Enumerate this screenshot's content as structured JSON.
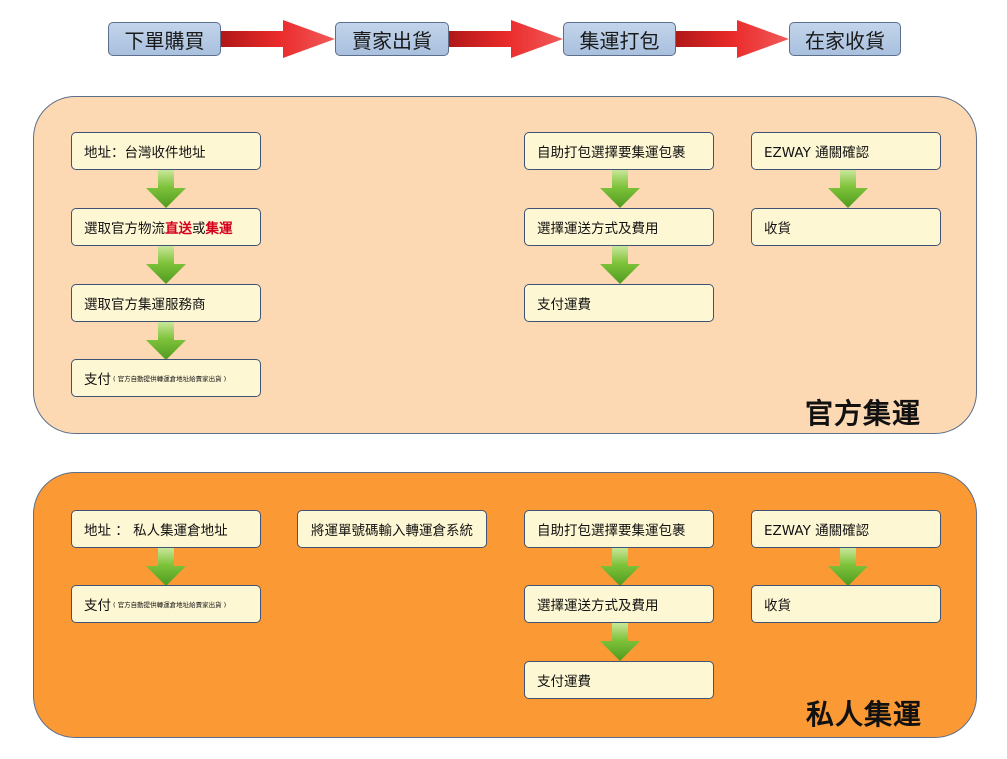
{
  "flow": {
    "steps": [
      "下單購買",
      "賣家出貨",
      "集運打包",
      "在家收貨"
    ]
  },
  "official": {
    "title": "官方集運",
    "col1": {
      "address": "地址：台灣收件地址",
      "logistics_prefix": "選取官方物流",
      "logistics_direct": "直送",
      "logistics_or": "或",
      "logistics_consolidate": "集運",
      "provider": "選取官方集運服務商",
      "pay_label": "支付",
      "pay_note": "( 官方自動提供轉運倉地址給賣家出貨 )"
    },
    "col3": {
      "pack": "自助打包選擇要集運包裹",
      "method": "選擇運送方式及費用",
      "pay": "支付運費"
    },
    "col4": {
      "ezway": "EZWAY  通關確認",
      "receive": "收貨"
    }
  },
  "private": {
    "title": "私人集運",
    "col1": {
      "address": "地址 ： 私人集運倉地址",
      "pay_label": "支付",
      "pay_note": "( 官方自動提供轉運倉地址給賣家出貨 )"
    },
    "col2": {
      "tracking": "將運單號碼輸入轉運倉系統"
    },
    "col3": {
      "pack": "自助打包選擇要集運包裹",
      "method": "選擇運送方式及費用",
      "pay": "支付運費"
    },
    "col4": {
      "ezway": "EZWAY  通關確認",
      "receive": "收貨"
    }
  },
  "colors": {
    "official_panel": "#fdd9b3",
    "private_panel": "#fb9a35",
    "box_fill": "#fef7d4",
    "step_fill": "#b5c9e3",
    "arrow_red": "#e02020",
    "arrow_green": "#6cb52c",
    "highlight_red": "#d4001c"
  }
}
